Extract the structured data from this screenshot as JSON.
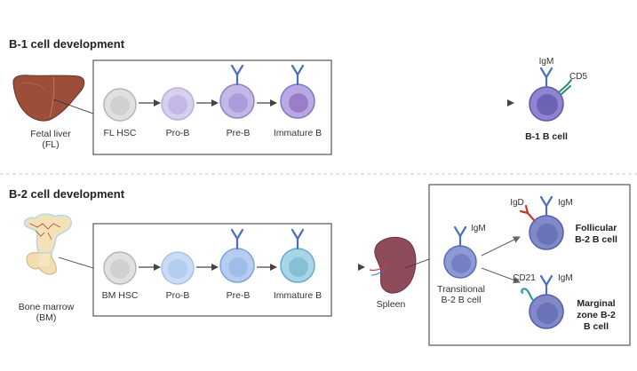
{
  "b1": {
    "title": "B-1 cell development",
    "organ_line1": "Fetal liver",
    "organ_line2": "(FL)",
    "stages": [
      "FL HSC",
      "Pro-B",
      "Pre-B",
      "Immature B"
    ],
    "result": "B-1 B cell",
    "receptor_igm": "IgM",
    "receptor_cd5": "CD5"
  },
  "b2": {
    "title": "B-2 cell development",
    "organ_line1": "Bone marrow",
    "organ_line2": "(BM)",
    "stages": [
      "BM HSC",
      "Pro-B",
      "Pre-B",
      "Immature B"
    ],
    "spleen": "Spleen",
    "transitional_line1": "Transitional",
    "transitional_line2": "B-2 B cell",
    "transitional_igm": "IgM",
    "follicular_igd": "IgD",
    "follicular_igm": "IgM",
    "follicular_line1": "Follicular",
    "follicular_line2": "B-2 B cell",
    "marginal_cd21": "CD21",
    "marginal_igm": "IgM",
    "marginal_line1": "Marginal",
    "marginal_line2": "zone B-2",
    "marginal_line3": "B cell"
  },
  "colors": {
    "hsc": "#e0e0e0",
    "b1_lineage": "#c4b8e6",
    "b1_immature": "#a28fd6",
    "b1_mature": "#7a6ec4",
    "b2_lineage": "#b4cdf0",
    "b2_immature": "#9fd0e4",
    "b2_mature": "#8189c8",
    "antibody": "#4a6fc0",
    "igd": "#c0392b",
    "cd5": "#2e8b6e",
    "cd21": "#2aa0a0",
    "liver": "#9b4e3a",
    "spleen": "#8e4b5a",
    "bone": "#f0deb0",
    "arrow": "#444444"
  }
}
